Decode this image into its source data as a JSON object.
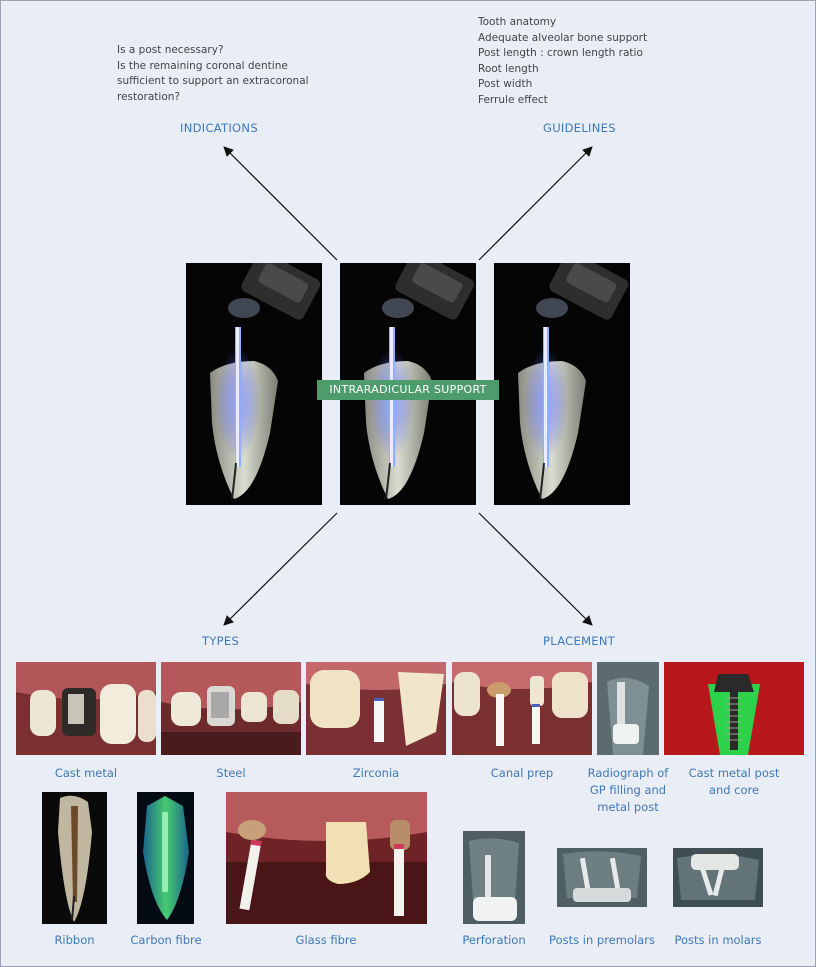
{
  "indications": {
    "questions": [
      "Is a post necessary?",
      "Is the remaining coronal dentine",
      "sufficient to support an extracoronal",
      "restoration?"
    ],
    "heading": "INDICATIONS"
  },
  "guidelines": {
    "items": [
      "Tooth anatomy",
      "Adequate alveolar bone support",
      "Post length : crown length ratio",
      "Root length",
      "Post width",
      "Ferrule effect"
    ],
    "heading": "GUIDELINES"
  },
  "center_label": "INTRARADICULAR SUPPORT",
  "types": {
    "heading": "TYPES",
    "captions": {
      "cast_metal": "Cast metal",
      "steel": "Steel",
      "zirconia": "Zirconia",
      "ribbon": "Ribbon",
      "carbon_fibre": "Carbon fibre",
      "glass_fibre": "Glass fibre"
    }
  },
  "placement": {
    "heading": "PLACEMENT",
    "captions": {
      "canal_prep": "Canal prep",
      "radiograph": [
        "Radiograph of",
        "GP filling and",
        "metal post"
      ],
      "cast_post_core": [
        "Cast metal post",
        "and core"
      ],
      "perforation": "Perforation",
      "posts_premolars": "Posts in premolars",
      "posts_molars": "Posts in molars"
    }
  },
  "colors": {
    "background": "#e9edf6",
    "accent_text": "#3f78b8",
    "label_green": "#4e9c6c",
    "arrow": "#111111"
  }
}
